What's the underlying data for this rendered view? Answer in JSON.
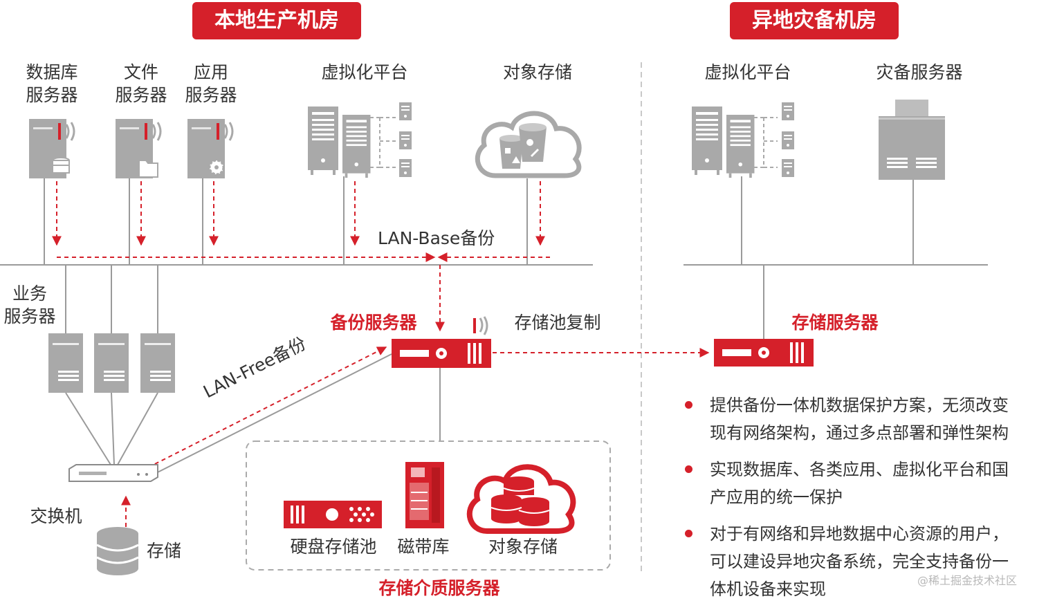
{
  "banners": {
    "local": "本地生产机房",
    "remote": "异地灾备机房"
  },
  "local": {
    "db_server": [
      "数据库",
      "服务器"
    ],
    "file_server": [
      "文件",
      "服务器"
    ],
    "app_server": [
      "应用",
      "服务器"
    ],
    "virtual_platform": "虚拟化平台",
    "object_storage": "对象存储",
    "lan_base": "LAN-Base备份",
    "business_servers": [
      "业务",
      "服务器"
    ],
    "backup_server": "备份服务器",
    "pool_replication": "存储池复制",
    "lan_free": "LAN-Free备份",
    "switch": "交换机",
    "storage": "存储",
    "media_group": "存储介质服务器",
    "media": {
      "disk_pool": "硬盘存储池",
      "tape_library": "磁带库",
      "object_storage": "对象存储"
    }
  },
  "remote": {
    "virtual_platform": "虚拟化平台",
    "dr_server": "灾备服务器",
    "storage_server": "存储服务器"
  },
  "bullets": [
    [
      "提供备份一体机数据保护方案，无须改变",
      "现有网络架构，通过多点部署和弹性架构"
    ],
    [
      "实现数据库、各类应用、虚拟化平台和国",
      "产应用的统一保护"
    ],
    [
      "对于有网络和异地数据中心资源的用户，",
      "可以建设异地灾备系统，完全支持备份一",
      "体机设备来实现"
    ]
  ],
  "watermark": "@稀土掘金技术社区",
  "colors": {
    "accent": "#d5202a",
    "device": "#a8a8a8",
    "line": "#9a9a9a"
  }
}
